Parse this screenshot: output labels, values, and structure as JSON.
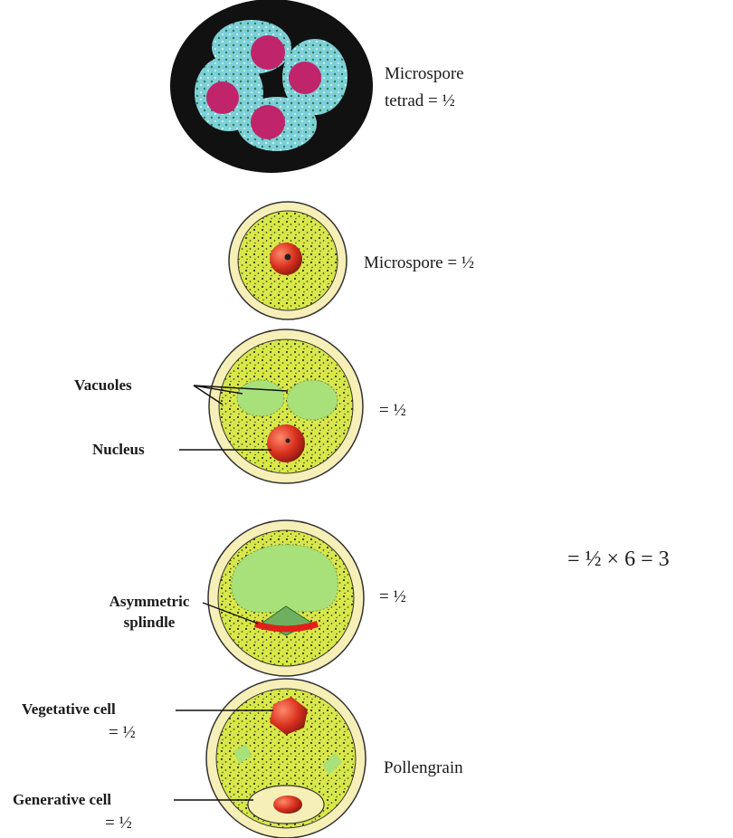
{
  "stages": {
    "tetrad": {
      "line1": "Microspore",
      "line2": "tetrad = ½"
    },
    "microspore": {
      "label": "Microspore = ½"
    },
    "vacuolate": {
      "vacuoles": "Vacuoles",
      "nucleus": "Nucleus",
      "mark": "= ½"
    },
    "mitosis": {
      "spindle_line1": "Asymmetric",
      "spindle_line2": "splindle",
      "mark": "= ½"
    },
    "pollen": {
      "vegetative": "Vegetative cell",
      "vegetative_mark": "= ½",
      "generative": "Generative cell",
      "generative_mark": "= ½",
      "name": "Pollengrain"
    }
  },
  "total": "= ½ × 6 = 3",
  "colors": {
    "cytoplasm": "#d8e84a",
    "wall": "#f7efb8",
    "vacuole": "#a8e07a",
    "nucleus": "#d9301f",
    "tetrad_wall": "#111111",
    "tetrad_cell": "#7dd0d8",
    "tetrad_nucleus": "#c0246a"
  }
}
